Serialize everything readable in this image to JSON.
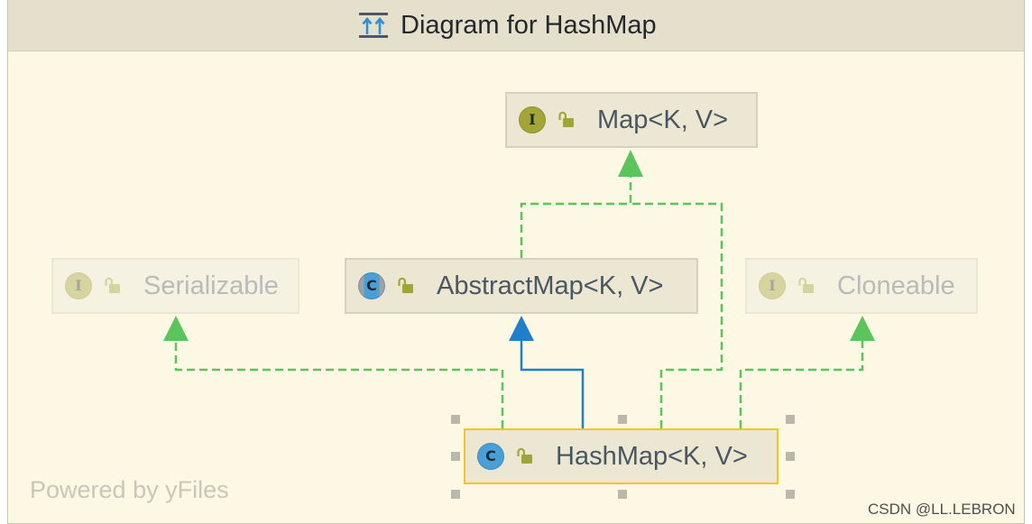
{
  "window": {
    "title": "Diagram for HashMap",
    "title_icon": "class-diagram-icon"
  },
  "nodes": {
    "map": {
      "label": "Map<K, V>",
      "kind_icon": "interface-icon",
      "kind_letter": "I",
      "visibility_icon": "open-padlock-icon",
      "faded": false
    },
    "abstract_map": {
      "label": "AbstractMap<K, V>",
      "kind_icon": "abstract-class-icon",
      "kind_letter": "C",
      "visibility_icon": "open-padlock-icon",
      "faded": false
    },
    "serializable": {
      "label": "Serializable",
      "kind_icon": "interface-icon",
      "kind_letter": "I",
      "visibility_icon": "open-padlock-icon",
      "faded": true
    },
    "cloneable": {
      "label": "Cloneable",
      "kind_icon": "interface-icon",
      "kind_letter": "I",
      "visibility_icon": "open-padlock-icon",
      "faded": true
    },
    "hashmap": {
      "label": "HashMap<K, V>",
      "kind_icon": "class-icon",
      "kind_letter": "C",
      "visibility_icon": "open-padlock-icon",
      "faded": false,
      "selected": true
    }
  },
  "footer": {
    "powered_by": "Powered by yFiles"
  },
  "watermark": "CSDN @LL.LEBRON",
  "colors": {
    "canvas": "#fcf8e3",
    "title_bar": "#e4e0cb",
    "frame": "#c9c5b3",
    "title_text": "#24282c",
    "node_fill": "#ebe7d3",
    "node_border": "#d6d1bd",
    "faded_fill": "#f6f2e1",
    "faded_border": "#ebe7d6",
    "node_text": "#4a5761",
    "faded_text": "#b7bbbc",
    "selected_border": "#f2c522",
    "interface_icon": "#a3a637",
    "class_icon": "#4b9fd7",
    "abstract_ring": "#9aa3aa",
    "icon_letter": "#1e2a33",
    "visibility_icon": "#9ca835",
    "realization_edge": "#5cc45c",
    "generalization_edge": "#1f7fcb",
    "selection_handle": "#bab7ab",
    "powered_by": "#c9c6ba",
    "watermark": "#4f4f4f"
  }
}
